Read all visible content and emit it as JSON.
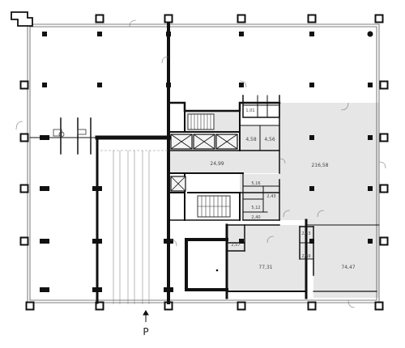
{
  "plan": {
    "rooms": [
      {
        "id": "r1",
        "area": "4,58"
      },
      {
        "id": "r2",
        "area": "4,56"
      },
      {
        "id": "r3",
        "area": "24,99"
      },
      {
        "id": "r4",
        "area": "216,58"
      },
      {
        "id": "r5",
        "area": "5,16"
      },
      {
        "id": "r6",
        "area": "5,12"
      },
      {
        "id": "r7",
        "area": "2,43"
      },
      {
        "id": "r8",
        "area": "2,40"
      },
      {
        "id": "r9",
        "area": "2,57"
      },
      {
        "id": "r10",
        "area": "77,31"
      },
      {
        "id": "r11",
        "area": "74,47"
      },
      {
        "id": "r12",
        "area": "2,43"
      },
      {
        "id": "r13",
        "area": "2,69"
      },
      {
        "id": "r14",
        "area": "1,01"
      }
    ],
    "parking_label": "P",
    "colors": {
      "wall": "#111111",
      "thin_wall": "#555555",
      "shaded_floor": "#e6e6e6",
      "background": "#ffffff"
    }
  }
}
